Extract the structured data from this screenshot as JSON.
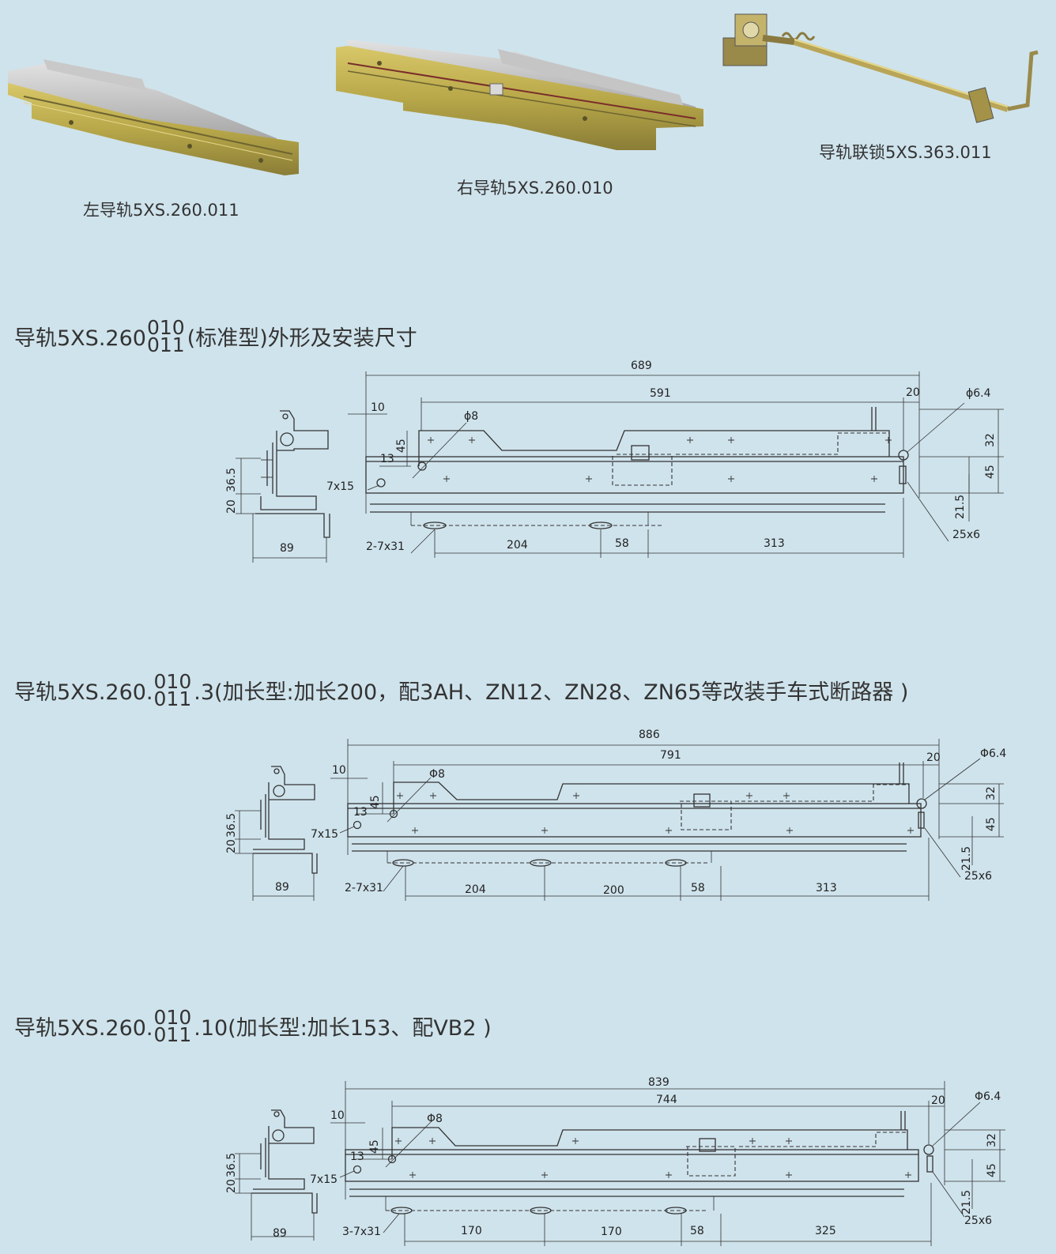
{
  "photos": [
    {
      "caption": "左导轨5XS.260.011"
    },
    {
      "caption": "右导轨5XS.260.010"
    },
    {
      "caption": "导轨联锁5XS.363.011"
    }
  ],
  "sections": [
    {
      "title_pre": "导轨5XS.260",
      "frac_top": "010",
      "frac_bottom": "011",
      "title_post": "(标准型)外形及安装尺寸",
      "dims": {
        "overall": "689",
        "inner": "591",
        "right_off": "20",
        "hole_dia": "ϕ6.4",
        "left_off": "10",
        "pin_dia": "ϕ8",
        "h45": "45",
        "h13": "13",
        "slot_left": "7x15",
        "h32": "32",
        "h45b": "45",
        "h215": "21.5",
        "slot_right": "25x6",
        "slots_bottom": "2-7x31",
        "spacings": [
          "204",
          "58",
          "313"
        ],
        "side_a": "20",
        "side_b": "36.5",
        "side_w": "89"
      }
    },
    {
      "title_pre": "导轨5XS.260.",
      "frac_top": "010",
      "frac_bottom": "011",
      "title_post": ".3(加长型:加长200，配3AH、ZN12、ZN28、ZN65等改装手车式断路器 )",
      "dims": {
        "overall": "886",
        "inner": "791",
        "right_off": "20",
        "hole_dia": "Φ6.4",
        "left_off": "10",
        "pin_dia": "Φ8",
        "h45": "45",
        "h13": "13",
        "slot_left": "7x15",
        "h32": "32",
        "h45b": "45",
        "h215": "21.5",
        "slot_right": "25x6",
        "slots_bottom": "2-7x31",
        "spacings": [
          "204",
          "200",
          "58",
          "313"
        ],
        "side_a": "20",
        "side_b": "36.5",
        "side_w": "89"
      }
    },
    {
      "title_pre": "导轨5XS.260.",
      "frac_top": "010",
      "frac_bottom": "011",
      "title_post": ".10(加长型:加长153、配VB2 )",
      "dims": {
        "overall": "839",
        "inner": "744",
        "right_off": "20",
        "hole_dia": "Φ6.4",
        "left_off": "10",
        "pin_dia": "Φ8",
        "h45": "45",
        "h13": "13",
        "slot_left": "7x15",
        "h32": "32",
        "h45b": "45",
        "h215": "21.5",
        "slot_right": "25x6",
        "slots_bottom": "3-7x31",
        "spacings": [
          "170",
          "170",
          "58",
          "325"
        ],
        "side_a": "20",
        "side_b": "36.5",
        "side_w": "89"
      }
    }
  ]
}
